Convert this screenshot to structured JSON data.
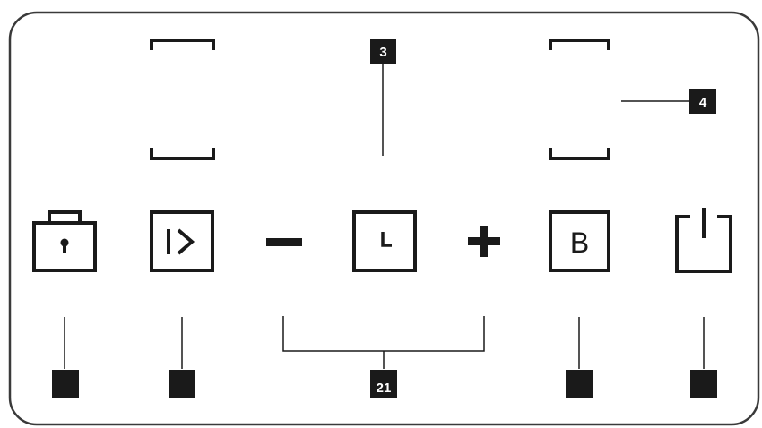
{
  "callouts": {
    "display_left_top": "3",
    "display_right": "4",
    "timer_group": "21"
  },
  "keys": {
    "booster_letter": "B"
  },
  "colors": {
    "ink": "#1a1a1a",
    "panel_border": "#3a3a3a",
    "background": "#ffffff"
  },
  "icons": [
    "child-lock-icon",
    "pause-play-icon",
    "minus-icon",
    "timer-icon",
    "plus-icon",
    "booster-icon",
    "power-icon"
  ]
}
